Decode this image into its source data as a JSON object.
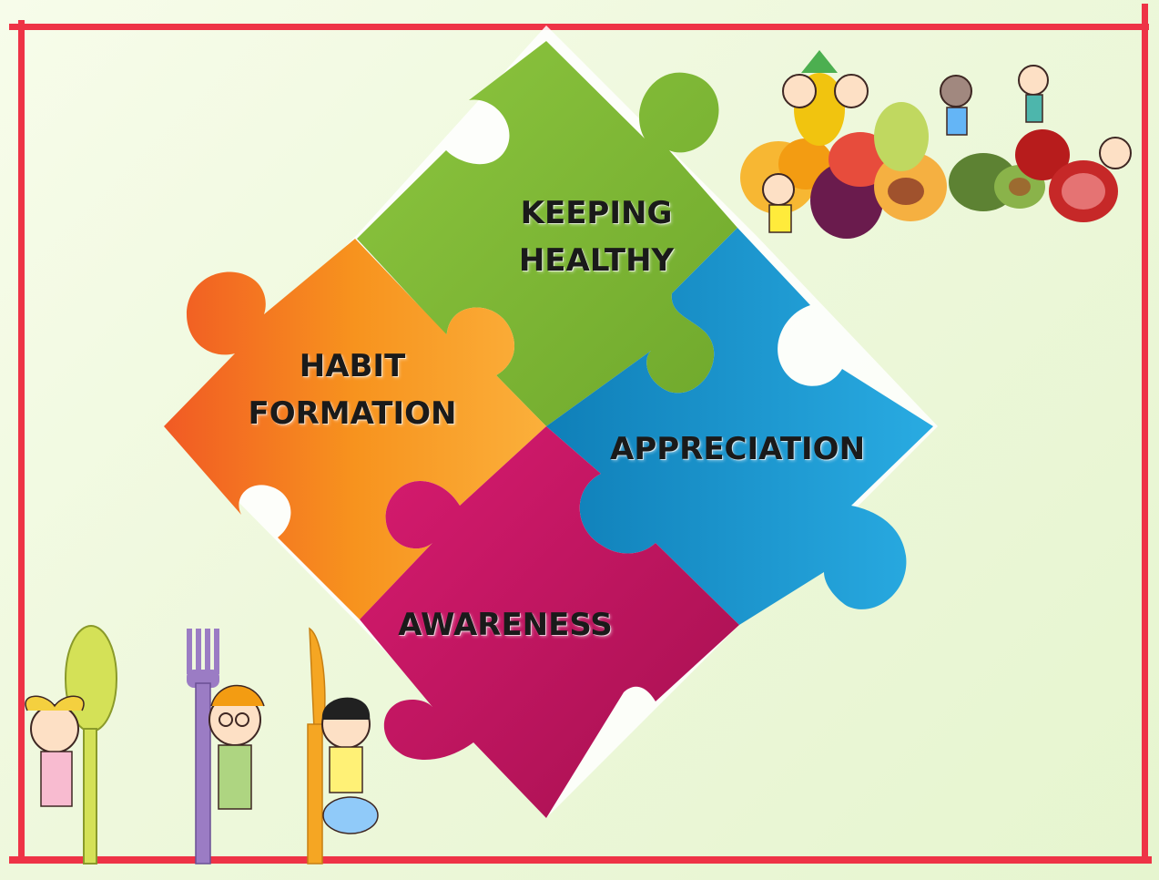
{
  "pieces": {
    "keeping_healthy": {
      "line1": "KEEPING",
      "line2": "HEALTHY",
      "color": "#8cc63f"
    },
    "habit_formation": {
      "line1": "HABIT",
      "line2": "FORMATION",
      "color": "#f7931e"
    },
    "appreciation": {
      "line1": "APPRECIATION",
      "color": "#1b9bd7"
    },
    "awareness": {
      "line1": "AWARENESS",
      "color": "#c2185b"
    }
  },
  "frame_color": "#ee3346",
  "decorations": {
    "top_right": "fruit-and-children-illustration",
    "bottom_left": "children-with-spoon-fork-knife-illustration"
  }
}
